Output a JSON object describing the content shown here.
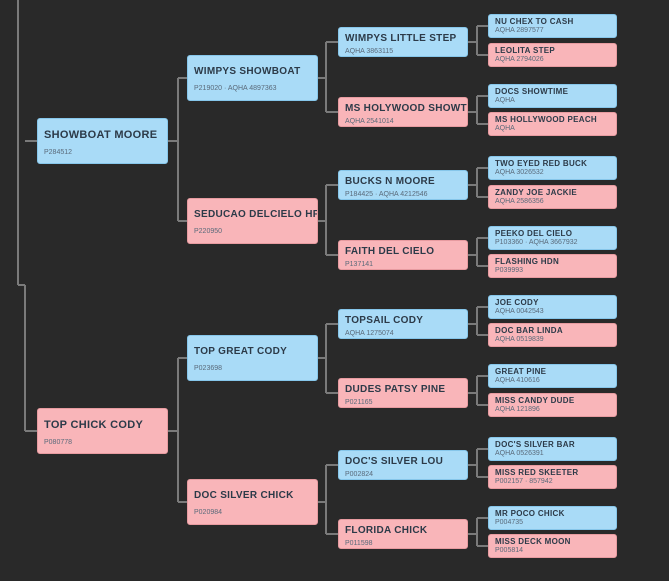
{
  "colors": {
    "sire": "#a9dbf7",
    "dam": "#f9b5b9",
    "line": "#7a7a7a",
    "background": "#292929"
  },
  "gen1": [
    {
      "name": "SHOWBOAT MOORE",
      "reg": "P284512"
    },
    {
      "name": "TOP CHICK CODY",
      "reg": "P080778"
    }
  ],
  "gen2": [
    {
      "name": "WIMPYS SHOWBOAT",
      "reg": "P219020 · AQHA 4897363"
    },
    {
      "name": "SEDUCAO DELCIELO HF",
      "reg": "P220950"
    },
    {
      "name": "TOP GREAT CODY",
      "reg": "P023698"
    },
    {
      "name": "DOC SILVER CHICK",
      "reg": "P020984"
    }
  ],
  "gen3": [
    {
      "name": "WIMPYS LITTLE STEP",
      "reg": "AQHA 3863115"
    },
    {
      "name": "MS HOLYWOOD SHOWTI",
      "reg": "AQHA 2541014"
    },
    {
      "name": "BUCKS N MOORE",
      "reg": "P184425 · AQHA 4212546"
    },
    {
      "name": "FAITH DEL CIELO",
      "reg": "P137141"
    },
    {
      "name": "TOPSAIL CODY",
      "reg": "AQHA 1275074"
    },
    {
      "name": "DUDES PATSY PINE",
      "reg": "P021165"
    },
    {
      "name": "DOC'S SILVER LOU",
      "reg": "P002824"
    },
    {
      "name": "FLORIDA CHICK",
      "reg": "P011598"
    }
  ],
  "gen4": [
    {
      "name": "NU CHEX TO CASH",
      "reg": "AQHA 2897577"
    },
    {
      "name": "LEOLITA STEP",
      "reg": "AQHA 2794026"
    },
    {
      "name": "DOCS SHOWTIME",
      "reg": "AQHA"
    },
    {
      "name": "MS HOLLYWOOD PEACH",
      "reg": "AQHA"
    },
    {
      "name": "TWO EYED RED BUCK",
      "reg": "AQHA 3026532"
    },
    {
      "name": "ZANDY JOE JACKIE",
      "reg": "AQHA 2586356"
    },
    {
      "name": "PEEKO DEL CIELO",
      "reg": "P103360 · AQHA 3667932"
    },
    {
      "name": "FLASHING HDN",
      "reg": "P039993"
    },
    {
      "name": "JOE CODY",
      "reg": "AQHA 0042543"
    },
    {
      "name": "DOC BAR LINDA",
      "reg": "AQHA 0519839"
    },
    {
      "name": "GREAT PINE",
      "reg": "AQHA 410616"
    },
    {
      "name": "MISS CANDY DUDE",
      "reg": "AQHA 121896"
    },
    {
      "name": "DOC'S SILVER BAR",
      "reg": "AQHA 0526391"
    },
    {
      "name": "MISS RED SKEETER",
      "reg": "P002157 · 857942"
    },
    {
      "name": "MR POCO CHICK",
      "reg": "P004735"
    },
    {
      "name": "MISS DECK MOON",
      "reg": "P005814"
    }
  ]
}
